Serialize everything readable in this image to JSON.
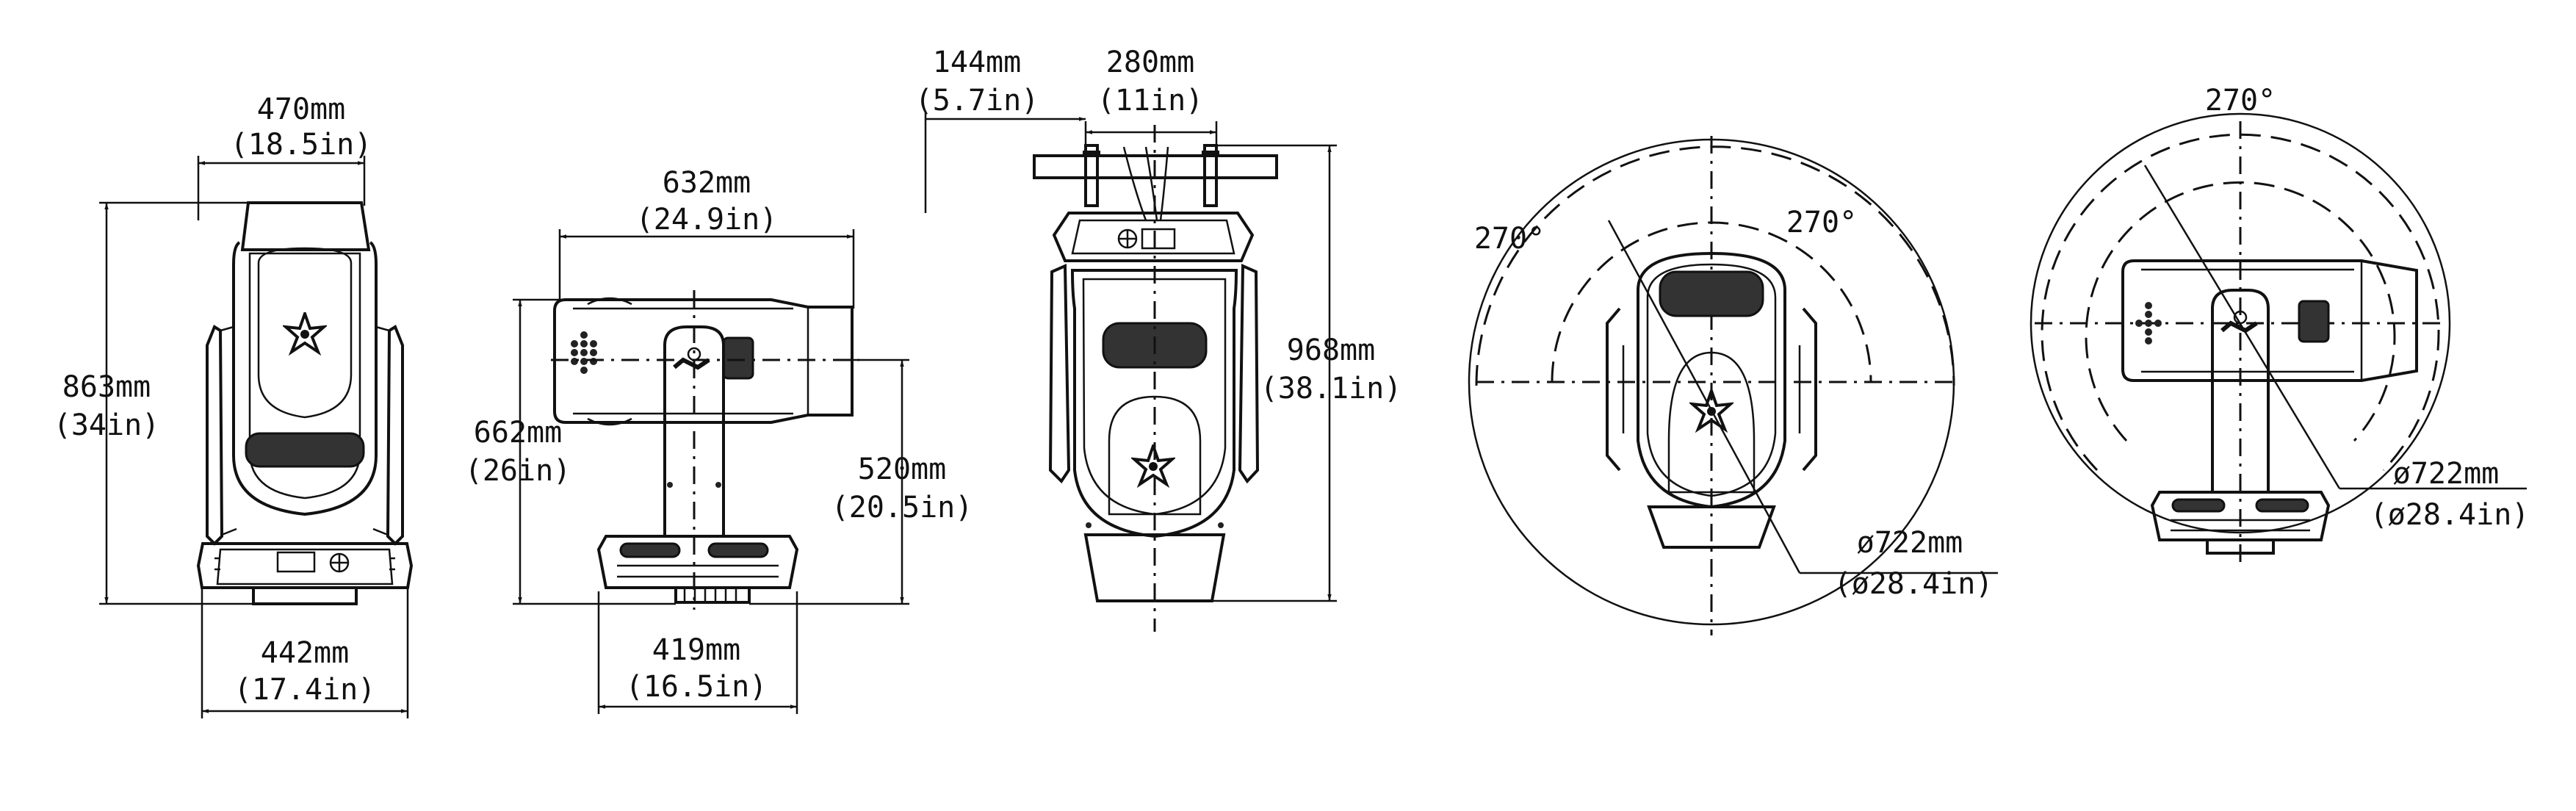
{
  "views": {
    "front": {
      "width_top": {
        "mm": "470mm",
        "in": "(18.5in)"
      },
      "height": {
        "mm": "863mm",
        "in": "(34in)"
      },
      "width_base": {
        "mm": "442mm",
        "in": "(17.4in)"
      }
    },
    "side": {
      "length": {
        "mm": "632mm",
        "in": "(24.9in)"
      },
      "height": {
        "mm": "662mm",
        "in": "(26in)"
      },
      "pivot_height": {
        "mm": "520mm",
        "in": "(20.5in)"
      },
      "base_width": {
        "mm": "419mm",
        "in": "(16.5in)"
      }
    },
    "hanging": {
      "clamp_offset": {
        "mm": "144mm",
        "in": "(5.7in)"
      },
      "clamp_spacing": {
        "mm": "280mm",
        "in": "(11in)"
      },
      "height": {
        "mm": "968mm",
        "in": "(38.1in)"
      }
    },
    "rotation_front": {
      "angle_left": "270°",
      "angle_right": "270°",
      "diameter": {
        "mm": "ø722mm",
        "in": "(ø28.4in)"
      }
    },
    "rotation_side": {
      "angle_top": "270°",
      "diameter": {
        "mm": "ø722mm",
        "in": "(ø28.4in)"
      }
    }
  }
}
